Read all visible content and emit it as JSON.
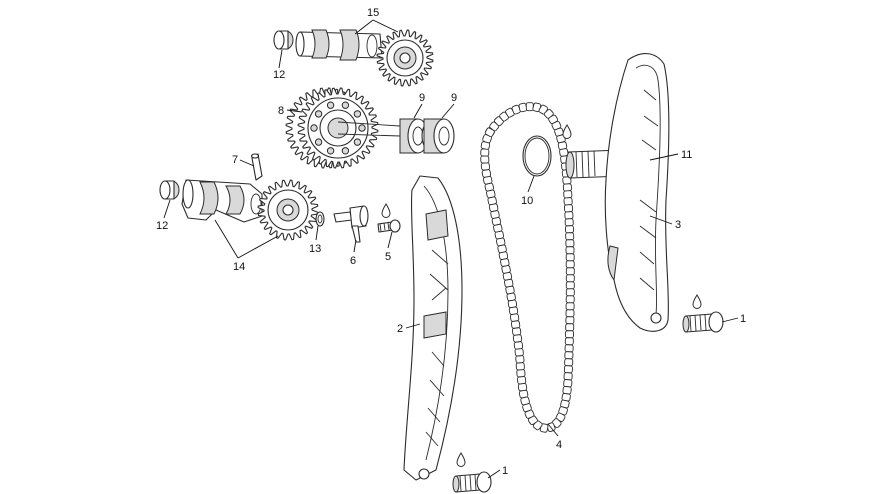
{
  "callouts": [
    {
      "id": "c15",
      "label": "15"
    },
    {
      "id": "c12a",
      "label": "12"
    },
    {
      "id": "c8",
      "label": "8"
    },
    {
      "id": "c9a",
      "label": "9"
    },
    {
      "id": "c9b",
      "label": "9"
    },
    {
      "id": "c7",
      "label": "7"
    },
    {
      "id": "c12b",
      "label": "12"
    },
    {
      "id": "c13",
      "label": "13"
    },
    {
      "id": "c14",
      "label": "14"
    },
    {
      "id": "c6",
      "label": "6"
    },
    {
      "id": "c5",
      "label": "5"
    },
    {
      "id": "c10",
      "label": "10"
    },
    {
      "id": "c11",
      "label": "11"
    },
    {
      "id": "c3",
      "label": "3"
    },
    {
      "id": "c2",
      "label": "2"
    },
    {
      "id": "c4",
      "label": "4"
    },
    {
      "id": "c1a",
      "label": "1"
    },
    {
      "id": "c1b",
      "label": "1"
    }
  ],
  "colors": {
    "line": "#2b2b2b",
    "shade": "#d9d9d9",
    "background": "#ffffff"
  },
  "icons": [
    "oil-drop-icon",
    "oil-drop-icon",
    "oil-drop-icon",
    "oil-drop-icon"
  ]
}
